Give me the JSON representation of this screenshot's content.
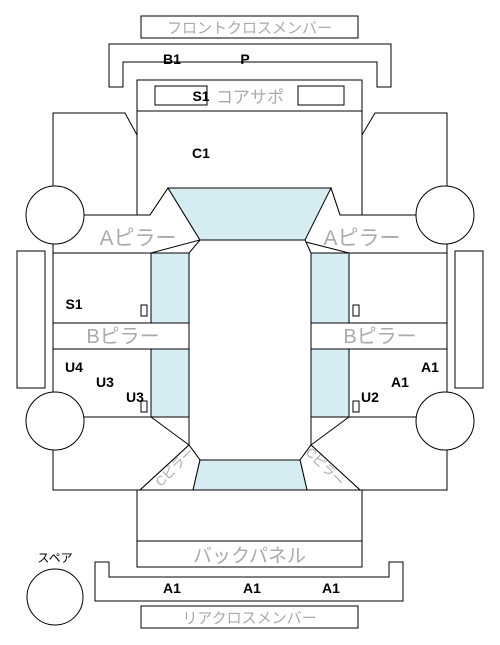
{
  "colors": {
    "outline": "#000000",
    "glass": "#d5ecf3",
    "label_gray": "#aaaaaa",
    "background": "#ffffff"
  },
  "parts": {
    "front_cross_member": "フロントクロスメンバー",
    "core_support": "コアサポ",
    "a_pillar_left": "Aピラー",
    "a_pillar_right": "Aピラー",
    "b_pillar_left": "Bピラー",
    "b_pillar_right": "Bピラー",
    "c_pillar_left": "Cピラー",
    "c_pillar_right": "Cピラー",
    "back_panel": "バックパネル",
    "rear_cross_member": "リアクロスメンバー",
    "spare": "スペア"
  },
  "codes": {
    "front_b1": "B1",
    "front_p": "P",
    "core_s1": "S1",
    "hood_c1": "C1",
    "left_s1": "S1",
    "left_u4": "U4",
    "left_u3_a": "U3",
    "left_u3_b": "U3",
    "right_a1_a": "A1",
    "right_a1_b": "A1",
    "right_u2": "U2",
    "rear_a1_left": "A1",
    "rear_a1_center": "A1",
    "rear_a1_right": "A1"
  }
}
